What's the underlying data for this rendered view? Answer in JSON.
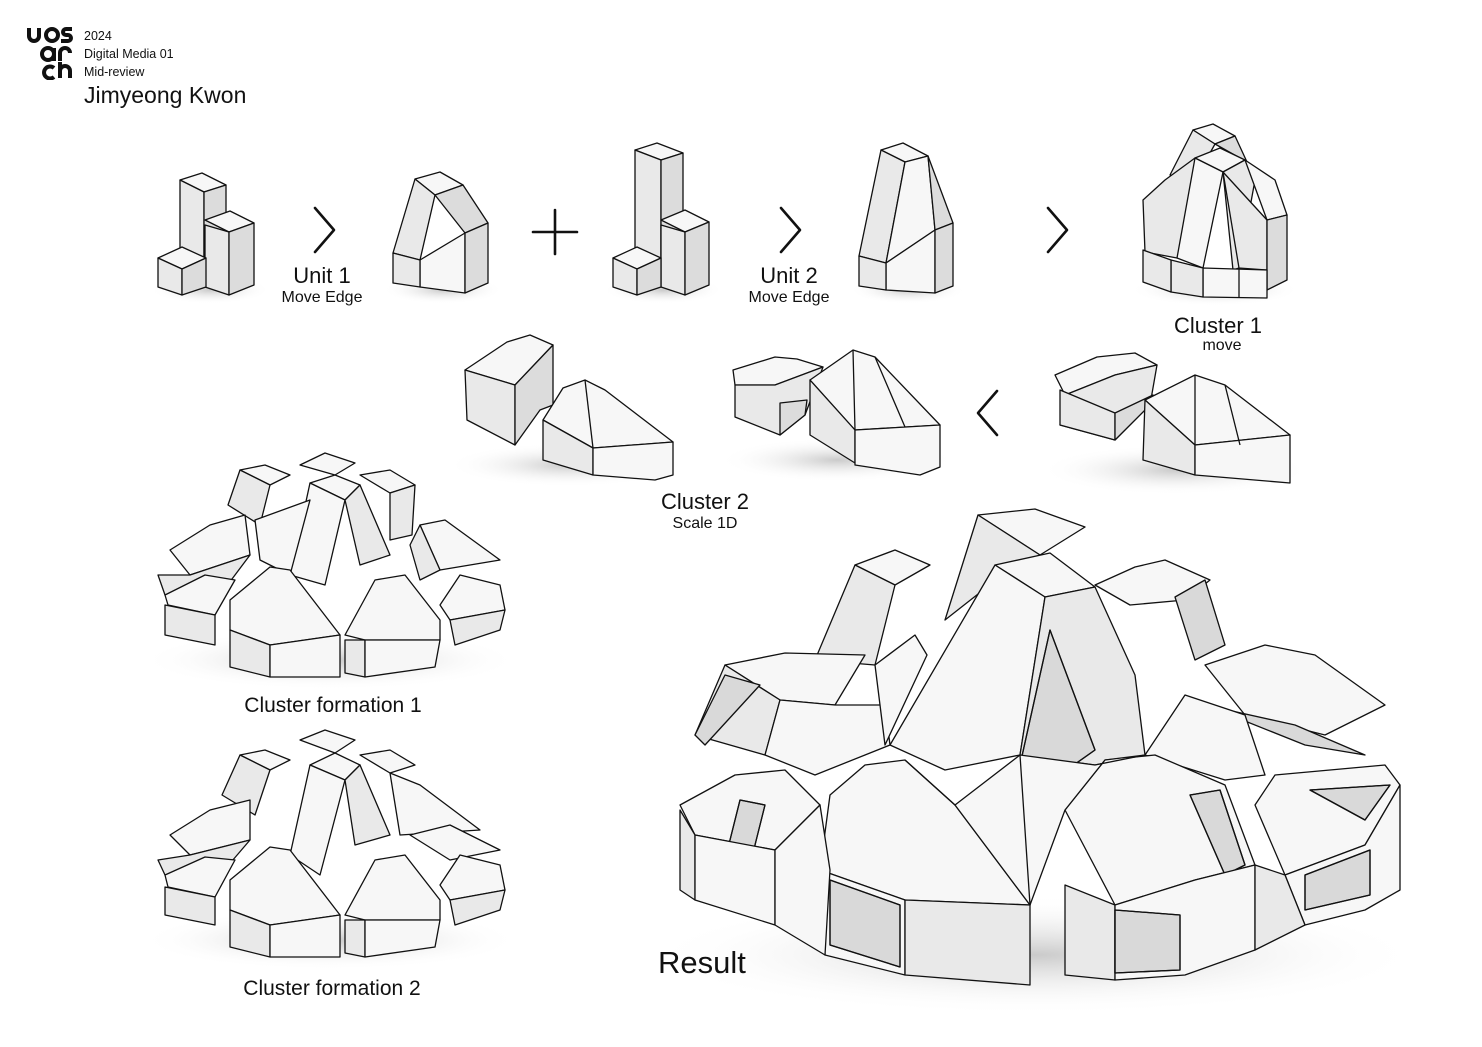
{
  "header": {
    "logo_text": "uos arch",
    "year": "2024",
    "course": "Digital Media 01",
    "review": "Mid-review",
    "author": "Jimyeong Kwon"
  },
  "steps": {
    "unit1": {
      "title": "Unit 1",
      "subtitle": "Move Edge"
    },
    "unit2": {
      "title": "Unit 2",
      "subtitle": "Move Edge"
    },
    "cluster1": {
      "title": "Cluster 1",
      "subtitle": "move"
    },
    "cluster2": {
      "title": "Cluster 2",
      "subtitle": "Scale 1D"
    }
  },
  "captions": {
    "formation1": "Cluster formation 1",
    "formation2": "Cluster formation 2",
    "result": "Result"
  },
  "symbols": {
    "next": "chevron-right-icon",
    "previous": "chevron-left-icon",
    "combine": "plus-icon"
  },
  "colors": {
    "surface": "#f7f7f7",
    "edge": "#111111",
    "glass": "#3fb4b4"
  }
}
